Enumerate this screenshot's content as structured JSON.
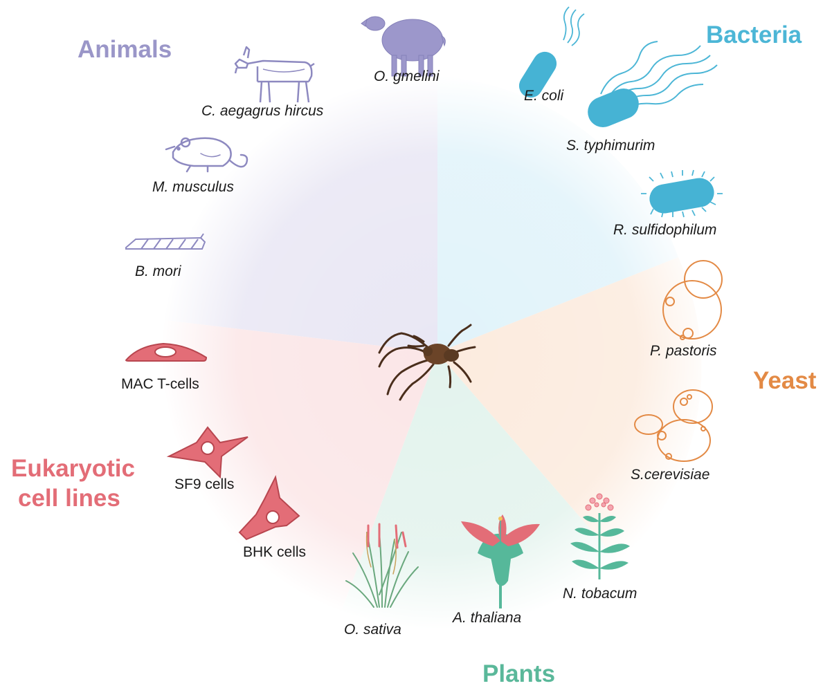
{
  "colors": {
    "animals": "#9a96c8",
    "bacteria": "#4cb6d6",
    "yeast": "#e38a45",
    "plants": "#5ab89a",
    "eukaryotic": "#e36d77",
    "spider": "#5a3a24"
  },
  "center": {
    "icon": "spider-icon"
  },
  "categories": {
    "animals": {
      "name": "Animals",
      "organisms": [
        "O. gmelini",
        "C. aegagrus hircus",
        "M. musculus",
        "B. mori"
      ]
    },
    "bacteria": {
      "name": "Bacteria",
      "organisms": [
        "E. coli",
        "S. typhimurim",
        "R. sulfidophilum"
      ]
    },
    "yeast": {
      "name": "Yeast",
      "organisms": [
        "P. pastoris",
        "S.cerevisiae"
      ]
    },
    "plants": {
      "name": "Plants",
      "organisms": [
        "O. sativa",
        "A. thaliana",
        "N. tobacum"
      ]
    },
    "eukaryotic": {
      "name_line1": "Eukaryotic",
      "name_line2": "cell lines",
      "organisms": [
        "MAC T-cells",
        "SF9 cells",
        "BHK cells"
      ]
    }
  },
  "icons": {
    "animals": [
      "sheep-icon",
      "goat-icon",
      "mouse-icon",
      "silkworm-icon"
    ],
    "bacteria": [
      "rod-bacterium-icon",
      "flagellated-bacterium-icon",
      "ciliated-bacterium-icon"
    ],
    "yeast": [
      "budding-yeast-icon",
      "yeast-cell-icon"
    ],
    "plants": [
      "rice-plant-icon",
      "flower-icon",
      "tobacco-plant-icon"
    ],
    "eukaryotic": [
      "mac-t-cell-icon",
      "sf9-cell-icon",
      "bhk-cell-icon"
    ]
  }
}
